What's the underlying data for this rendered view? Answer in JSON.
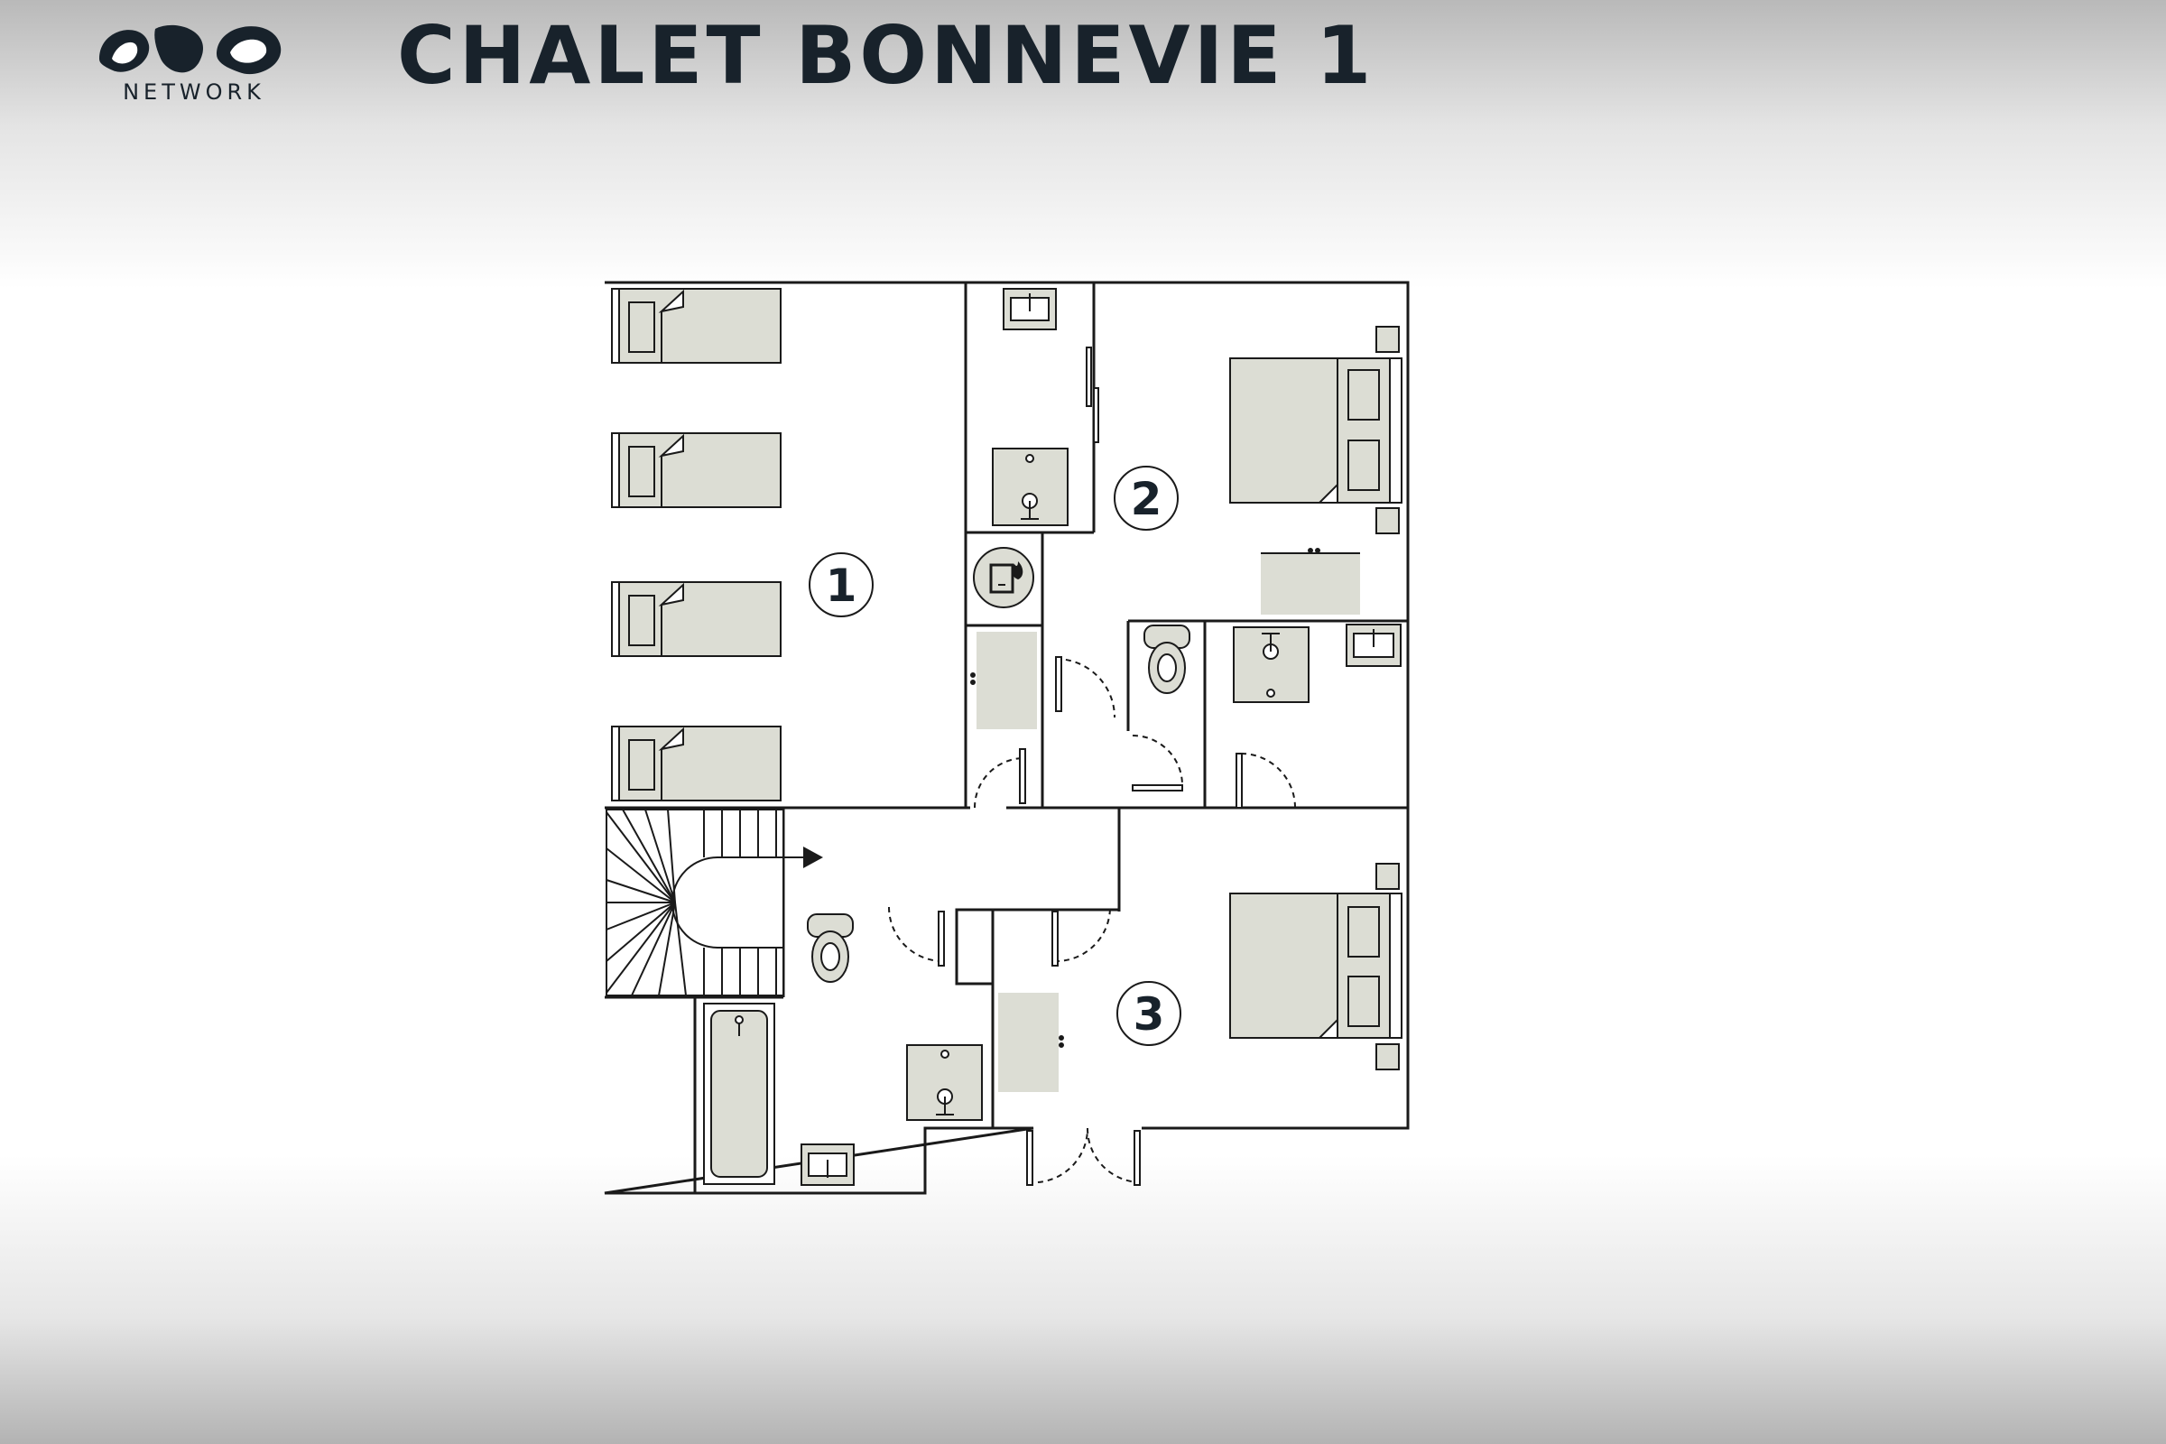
{
  "brand": {
    "logo_text": "NETWORK",
    "logo_mark": "OVO"
  },
  "title": "CHALET BONNEVIE 1",
  "rooms": [
    {
      "number": "1"
    },
    {
      "number": "2"
    },
    {
      "number": "3"
    }
  ],
  "colors": {
    "ink": "#18222b",
    "furniture_fill": "#dcddd4",
    "wall": "#1a1a1a",
    "background": "#ffffff"
  }
}
